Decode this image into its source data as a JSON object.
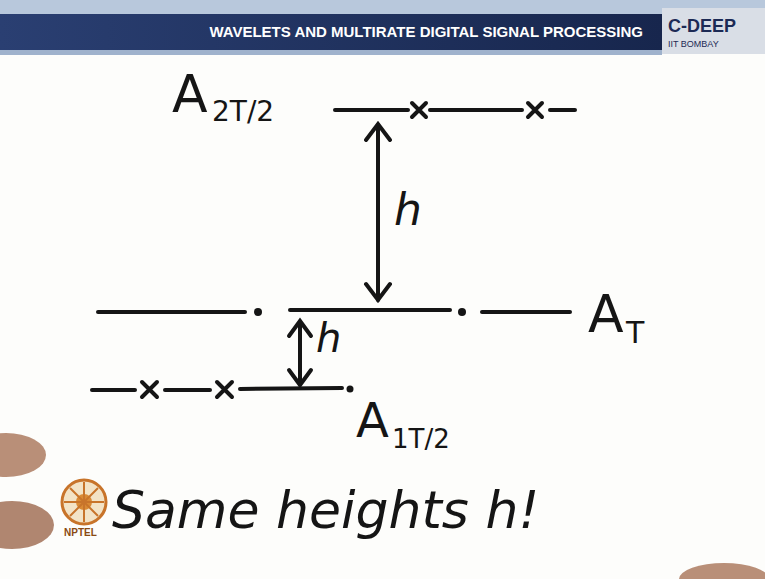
{
  "diagram": {
    "title": "WAVELETS AND MULTIRATE DIGITAL SIGNAL PROCESSING",
    "labels": [
      "C-DEEP",
      "IIT BOMBAY",
      "A",
      "2T/2",
      "h",
      "A",
      "T",
      "h",
      "A",
      "1T/2",
      "Same heights h!",
      "NPTEL"
    ]
  }
}
